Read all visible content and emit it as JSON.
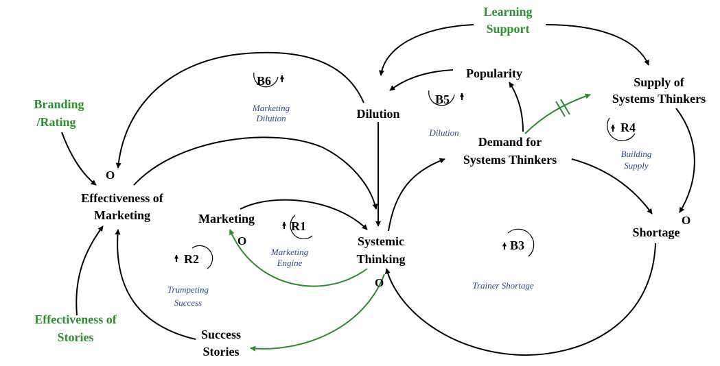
{
  "nodes": {
    "learning_support": [
      "Learning",
      "Support"
    ],
    "popularity": [
      "Popularity"
    ],
    "supply": [
      "Supply of",
      "Systems Thinkers"
    ],
    "branding": [
      "Branding",
      "/Rating"
    ],
    "dilution": [
      "Dilution"
    ],
    "demand": [
      "Demand for",
      "Systems Thinkers"
    ],
    "effectiveness_marketing": [
      "Effectiveness of",
      "Marketing"
    ],
    "marketing": [
      "Marketing"
    ],
    "systemic_thinking": [
      "Systemic",
      "Thinking"
    ],
    "shortage": [
      "Shortage"
    ],
    "effectiveness_stories": [
      "Effectiveness of",
      "Stories"
    ],
    "success_stories": [
      "Success",
      "Stories"
    ]
  },
  "polarities": {
    "effectiveness_marketing": "O",
    "marketing": "O",
    "shortage": "O",
    "systemic_thinking": "O"
  },
  "loops": {
    "b6": {
      "id": "B6",
      "name": [
        "Marketing",
        "Dilution"
      ]
    },
    "b5": {
      "id": "B5",
      "name": [
        "Dilution"
      ]
    },
    "r4": {
      "id": "R4",
      "name": [
        "Building",
        "Supply"
      ]
    },
    "r1": {
      "id": "R1",
      "name": [
        "Marketing",
        "Engine"
      ]
    },
    "r2": {
      "id": "R2",
      "name": [
        "Trumpeting",
        "Success"
      ]
    },
    "b3": {
      "id": "B3",
      "name": [
        "Trainer Shortage"
      ]
    }
  },
  "colors": {
    "black": "#000000",
    "green_label": "#2f8f2f",
    "green_link": "#2a8a2a",
    "loop_name": "#2b4a87"
  }
}
